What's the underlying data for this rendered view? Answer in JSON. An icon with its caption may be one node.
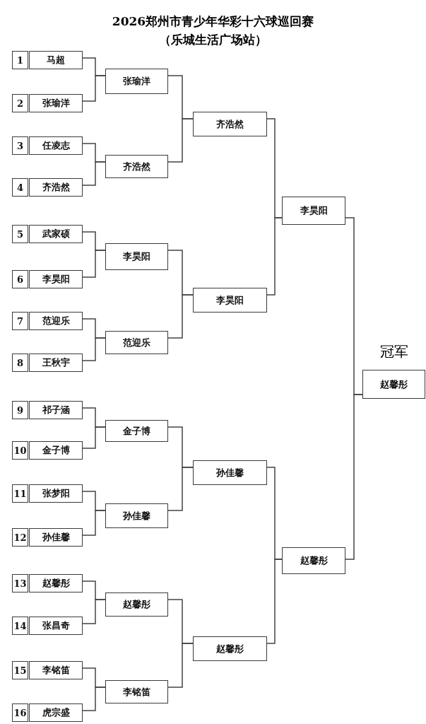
{
  "diagram": {
    "title": "2026郑州市青少年华彩十六球巡回赛（乐城生活广场站）",
    "nodes": [
      {
        "text": [
          "1"
        ]
      },
      {
        "text": [
          "马超"
        ]
      },
      {
        "text": [
          "2"
        ]
      },
      {
        "text": [
          "张瑜洋"
        ]
      },
      {
        "text": [
          "3"
        ]
      },
      {
        "text": [
          "任凌志"
        ]
      },
      {
        "text": [
          "4"
        ]
      },
      {
        "text": [
          "齐浩然"
        ]
      },
      {
        "text": [
          "5"
        ]
      },
      {
        "text": [
          "武家硕"
        ]
      },
      {
        "text": [
          "6"
        ]
      },
      {
        "text": [
          "李昊阳"
        ]
      },
      {
        "text": [
          "7"
        ]
      },
      {
        "text": [
          "范迎乐"
        ]
      },
      {
        "text": [
          "8"
        ]
      },
      {
        "text": [
          "王秋宇"
        ]
      },
      {
        "text": [
          "9"
        ]
      },
      {
        "text": [
          "祁子涵"
        ]
      },
      {
        "text": [
          "10"
        ]
      },
      {
        "text": [
          "金子博"
        ]
      },
      {
        "text": [
          "11"
        ]
      },
      {
        "text": [
          "张梦阳"
        ]
      },
      {
        "text": [
          "12"
        ]
      },
      {
        "text": [
          "孙佳馨"
        ]
      },
      {
        "text": [
          "13"
        ]
      },
      {
        "text": [
          "赵馨彤"
        ]
      },
      {
        "text": [
          "14"
        ]
      },
      {
        "text": [
          "张昌奇"
        ]
      },
      {
        "text": [
          "15"
        ]
      },
      {
        "text": [
          "李铭笛"
        ]
      },
      {
        "text": [
          "16"
        ]
      },
      {
        "text": [
          "虎宗盛"
        ]
      },
      {
        "text": [
          "张瑜洋"
        ]
      },
      {
        "text": [
          "齐浩然"
        ]
      },
      {
        "text": [
          "李昊阳"
        ]
      },
      {
        "text": [
          "范迎乐"
        ]
      },
      {
        "text": [
          "金子博"
        ]
      },
      {
        "text": [
          "孙佳馨"
        ]
      },
      {
        "text": [
          "赵馨彤"
        ]
      },
      {
        "text": [
          "李铭笛"
        ]
      },
      {
        "text": [
          "齐浩然"
        ]
      },
      {
        "text": [
          "李昊阳"
        ]
      },
      {
        "text": [
          "孙佳馨"
        ]
      },
      {
        "text": [
          "赵馨彤"
        ]
      },
      {
        "text": [
          "李昊阳"
        ]
      },
      {
        "text": [
          "赵馨彤"
        ]
      },
      {
        "text": [
          "冠军",
          "赵馨彤"
        ]
      }
    ],
    "edges": [
      {
        "from": 1,
        "to": 32,
        "arrow": "none"
      },
      {
        "from": 3,
        "to": 32,
        "arrow": "none"
      },
      {
        "from": 5,
        "to": 33,
        "arrow": "none"
      },
      {
        "from": 7,
        "to": 33,
        "arrow": "none"
      },
      {
        "from": 9,
        "to": 34,
        "arrow": "none"
      },
      {
        "from": 11,
        "to": 34,
        "arrow": "none"
      },
      {
        "from": 13,
        "to": 35,
        "arrow": "none"
      },
      {
        "from": 15,
        "to": 35,
        "arrow": "none"
      },
      {
        "from": 17,
        "to": 36,
        "arrow": "none"
      },
      {
        "from": 19,
        "to": 36,
        "arrow": "none"
      },
      {
        "from": 21,
        "to": 37,
        "arrow": "none"
      },
      {
        "from": 23,
        "to": 37,
        "arrow": "none"
      },
      {
        "from": 25,
        "to": 38,
        "arrow": "none"
      },
      {
        "from": 27,
        "to": 38,
        "arrow": "none"
      },
      {
        "from": 29,
        "to": 39,
        "arrow": "none"
      },
      {
        "from": 31,
        "to": 39,
        "arrow": "none"
      },
      {
        "from": 32,
        "to": 40,
        "arrow": "none"
      },
      {
        "from": 33,
        "to": 40,
        "arrow": "none"
      },
      {
        "from": 34,
        "to": 41,
        "arrow": "none"
      },
      {
        "from": 35,
        "to": 41,
        "arrow": "none"
      },
      {
        "from": 36,
        "to": 42,
        "arrow": "none"
      },
      {
        "from": 37,
        "to": 42,
        "arrow": "none"
      },
      {
        "from": 38,
        "to": 43,
        "arrow": "none"
      },
      {
        "from": 39,
        "to": 43,
        "arrow": "none"
      },
      {
        "from": 40,
        "to": 44,
        "arrow": "none"
      },
      {
        "from": 41,
        "to": 44,
        "arrow": "none"
      },
      {
        "from": 42,
        "to": 45,
        "arrow": "none"
      },
      {
        "from": 43,
        "to": 45,
        "arrow": "none"
      },
      {
        "from": 44,
        "to": 46,
        "arrow": "none"
      },
      {
        "from": 45,
        "to": 46,
        "arrow": "none"
      }
    ]
  }
}
